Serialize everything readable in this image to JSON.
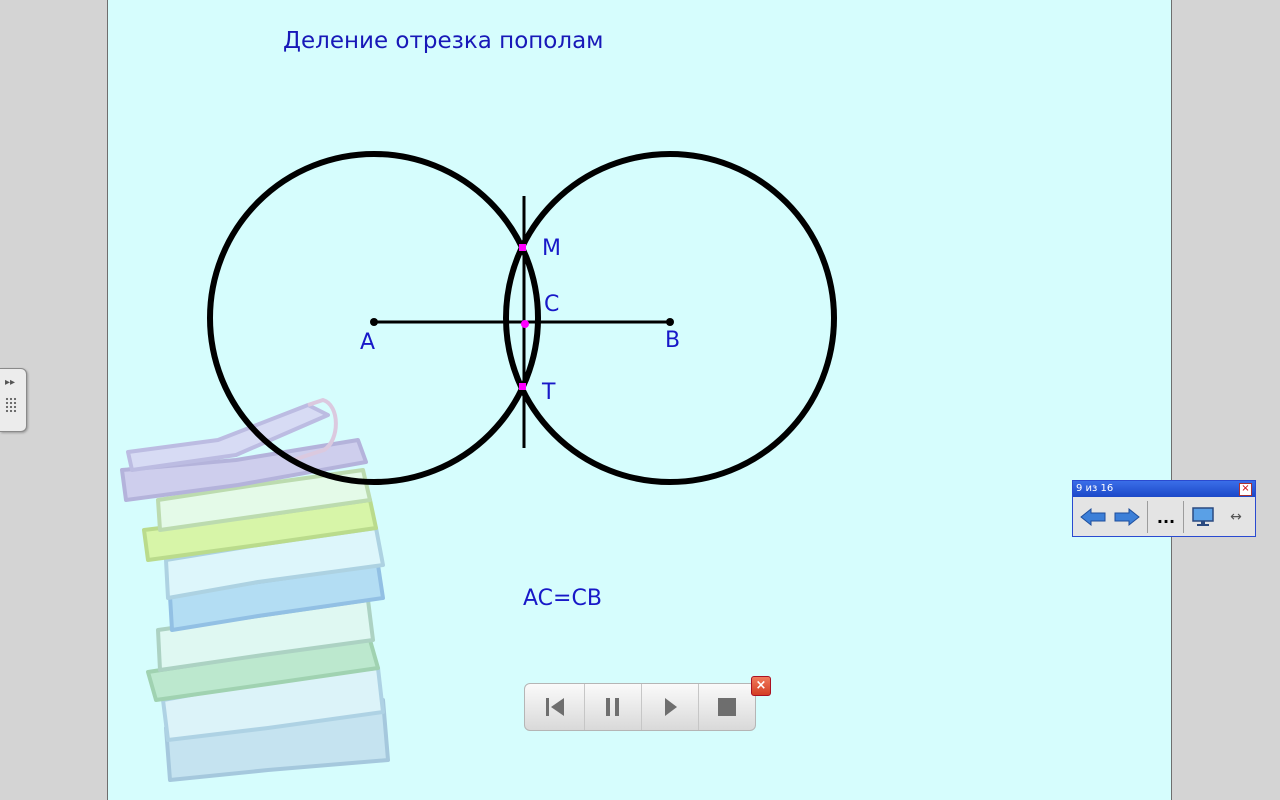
{
  "slide": {
    "title": "Деление отрезка пополам",
    "equation": "AC=CB",
    "points": {
      "a": "A",
      "b": "B",
      "c": "C",
      "m": "M",
      "t": "T"
    }
  },
  "nav_toolbar": {
    "counter": "9 из 16",
    "more_label": "...",
    "close_label": "×"
  },
  "player": {
    "close_label": "×"
  },
  "colors": {
    "slide_background": "#d6fdfd",
    "title_text": "#1818b8",
    "point_highlight": "#ff00ff",
    "construction": "#000000"
  }
}
